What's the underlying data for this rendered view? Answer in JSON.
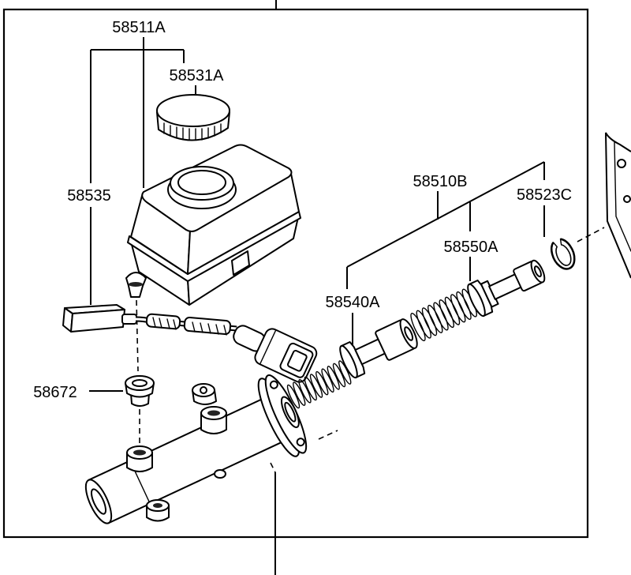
{
  "diagram": {
    "labels": {
      "assembly": "58511A",
      "cap": "58531A",
      "sensor": "58535",
      "piston_kit": "58510B",
      "snap_ring": "58523C",
      "primary_piston": "58550A",
      "secondary_piston": "58540A",
      "bushing": "58672"
    },
    "colors": {
      "line": "#000000",
      "background": "#ffffff"
    }
  }
}
